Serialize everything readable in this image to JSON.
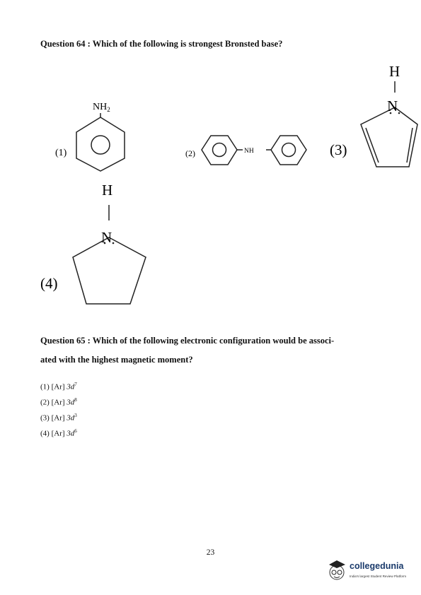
{
  "q64": {
    "label": "Question 64 :",
    "text": "Which of the following is strongest Bronsted base?",
    "options": {
      "o1_label": "(1)",
      "o1_group": "NH",
      "o1_group_sub": "2",
      "o2_label": "(2)",
      "o2_group": "NH",
      "o3_label": "(3)",
      "o3_h": "H",
      "o3_n": "N",
      "o4_label": "(4)",
      "o4_h": "H",
      "o4_n": "N"
    }
  },
  "q65": {
    "label": "Question 65 :",
    "text_line1": "Which of the following electronic configuration would be associ-",
    "text_line2": "ated with the highest magnetic moment?",
    "options": [
      {
        "num": "(1)",
        "core": "[Ar]",
        "orbital": "3d",
        "exp": "7"
      },
      {
        "num": "(2)",
        "core": "[Ar]",
        "orbital": "3d",
        "exp": "8"
      },
      {
        "num": "(3)",
        "core": "[Ar]",
        "orbital": "3d",
        "exp": "3"
      },
      {
        "num": "(4)",
        "core": "[Ar]",
        "orbital": "3d",
        "exp": "6"
      }
    ]
  },
  "footer": {
    "page_number": "23",
    "brand": "collegedunia",
    "tagline": "India's largest Student Review Platform",
    "brand_color": "#1a3a6b"
  }
}
